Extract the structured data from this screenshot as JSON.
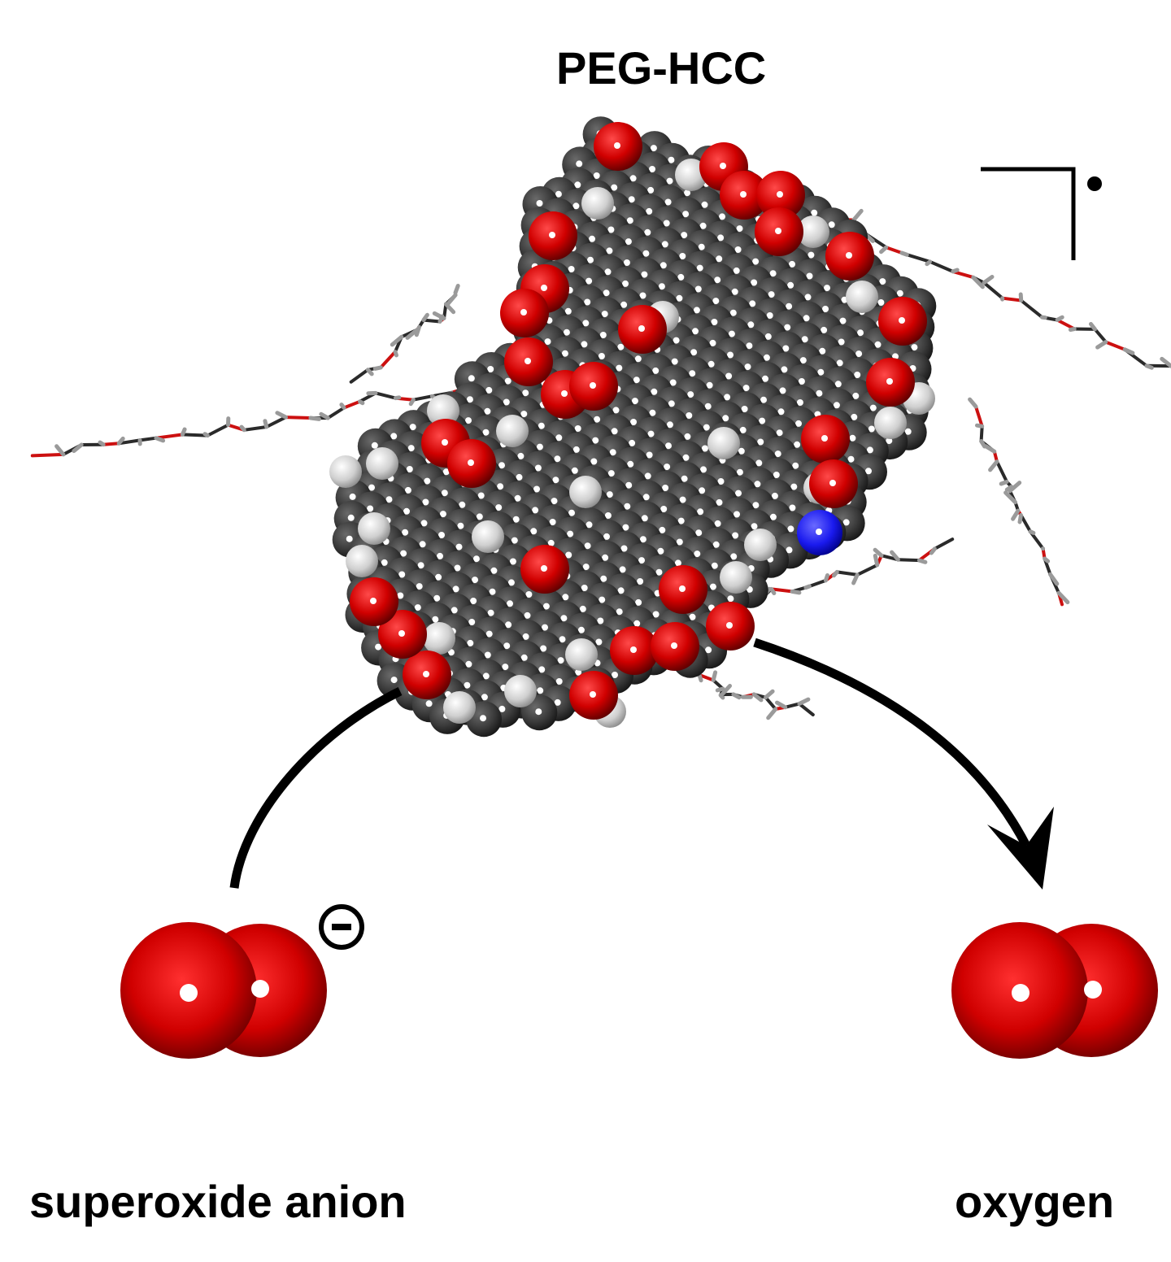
{
  "title": "PEG-HCC",
  "reactant": {
    "label": "superoxide anion",
    "charge_symbol": "−"
  },
  "product": {
    "label": "oxygen"
  },
  "colors": {
    "oxygen_atom": "#cc0000",
    "carbon_atom": "#3a3a3a",
    "hydrogen_atom": "#d8d8d8",
    "nitrogen_atom": "#1a1aee",
    "arrow": "#000000"
  },
  "radical_symbol": "•"
}
